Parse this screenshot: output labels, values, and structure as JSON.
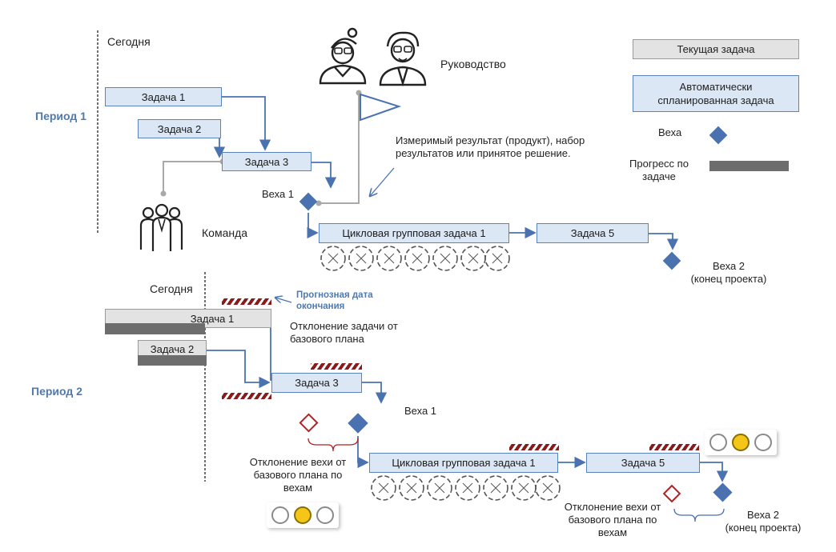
{
  "period1": {
    "label": "Период 1",
    "today": "Сегодня",
    "task1": "Задача 1",
    "task2": "Задача 2",
    "task3": "Задача 3",
    "milestone1": "Веха 1",
    "team": "Команда",
    "management": "Руководство",
    "result_note": "Измеримый результат (продукт), набор результатов или принятое решение.",
    "cyclic_task": "Цикловая групповая задача 1",
    "task5": "Задача 5",
    "milestone2": "Веха 2\n(конец проекта)"
  },
  "legend": {
    "current_task": "Текущая задача",
    "auto_task": "Автоматически спланированная задача",
    "milestone": "Веха",
    "progress": "Прогресс по задаче"
  },
  "period2": {
    "label": "Период 2",
    "today": "Сегодня",
    "forecast_date": "Прогнозная дата окончания",
    "task1": "Задача 1",
    "task2": "Задача 2",
    "task3": "Задача 3",
    "task_deviation": "Отклонение задачи от базового плана",
    "milestone1": "Веха 1",
    "milestone_deviation_left": "Отклонение вехи от базового плана по вехам",
    "cyclic_task": "Цикловая групповая задача 1",
    "task5": "Задача 5",
    "milestone_deviation_right": "Отклонение вехи от базового плана по вехам",
    "milestone2": "Веха 2\n(конец проекта)"
  },
  "traffic_lights": {
    "top_right": {
      "active_index": 1,
      "count": 3
    },
    "bottom_left": {
      "active_index": 1,
      "count": 3
    }
  },
  "colors": {
    "task_fill": "#dce7f5",
    "task_border": "#5a83bb",
    "milestone": "#4a72b0",
    "deviation": "#b22222",
    "hatch": "#8b1a1a",
    "progress": "#6d6d6d",
    "current_task": "#e3e3e3",
    "light_active": "#f5c518"
  }
}
